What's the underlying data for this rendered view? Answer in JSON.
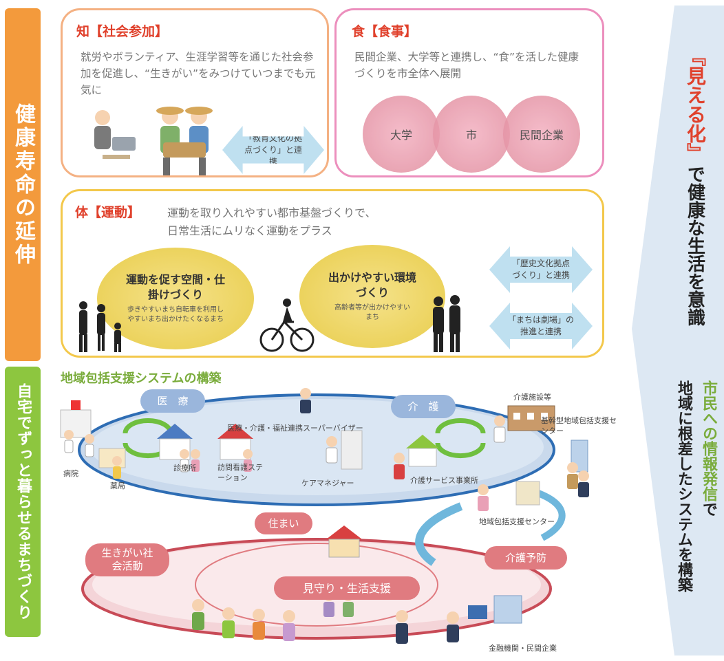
{
  "left_bars": {
    "top": "健康寿命の延伸",
    "bottom": "自宅でずっと暮らせるまちづくり"
  },
  "right_panel": {
    "top_red": "『見える化』",
    "top_black": "で健康な生活を意識",
    "bottom_green": "市民への情報発信",
    "bottom_black1": "で",
    "bottom_black2": "地域に根差したシステムを構築"
  },
  "knowledge": {
    "title": "知【社会参加】",
    "text": "就労やボランティア、生涯学習等を通じた社会参加を促進し、“生きがい”をみつけていつまでも元気に",
    "arrow": "「教育文化の拠点づくり」と連携"
  },
  "food": {
    "title": "食【食事】",
    "text": "民間企業、大学等と連携し、“食”を活した健康づくりを市全体へ展開",
    "circles": [
      "大学",
      "市",
      "民間企業"
    ]
  },
  "body": {
    "title": "体【運動】",
    "text1": "運動を取り入れやすい都市基盤づくりで、",
    "text2": "日常生活にムリなく運動をプラス",
    "circle1_title": "運動を促す空間・仕掛けづくり",
    "circle1_sub": "歩きやすいまち自転車を利用しやすいまち出かけたくなるまち",
    "circle2_title": "出かけやすい環境づくり",
    "circle2_sub": "高齢者等が出かけやすいまち",
    "arrow1": "「歴史文化拠点づくり」と連携",
    "arrow2": "「まちは劇場」の推進と連携"
  },
  "system": {
    "title": "地域包括支援システムの構築",
    "iryo": "医　療",
    "kaigo": "介　護",
    "supervisor": "医療・介護・福祉連携スーパーバイザー",
    "facility": "介護施設等",
    "center_base": "基幹型地域包括支援センター",
    "hospital": "病院",
    "pharmacy": "薬局",
    "clinic": "診療所",
    "nursing": "訪問看護ステーション",
    "caremanager": "ケアマネジャー",
    "care_service": "介護サービス事業所",
    "center_local": "地域包括支援センター",
    "sumai": "住まい",
    "ikigai": "生きがい社会活動",
    "yobou": "介護予防",
    "mimamori": "見守り・生活支援",
    "finance": "金融機関・民間企業"
  },
  "colors": {
    "orange_bar": "#f39a3c",
    "green_bar": "#8dc63f",
    "knowledge_border": "#f4b183",
    "food_border": "#ec8fbd",
    "body_border": "#f3c84b",
    "title_red": "#e0412c",
    "green_title": "#7aac3c",
    "right_bg": "#dde8f3",
    "pill_red": "#e07b80",
    "ellipse_blue": "#c9d9ec",
    "arrow_blue": "#bfe0f0"
  }
}
